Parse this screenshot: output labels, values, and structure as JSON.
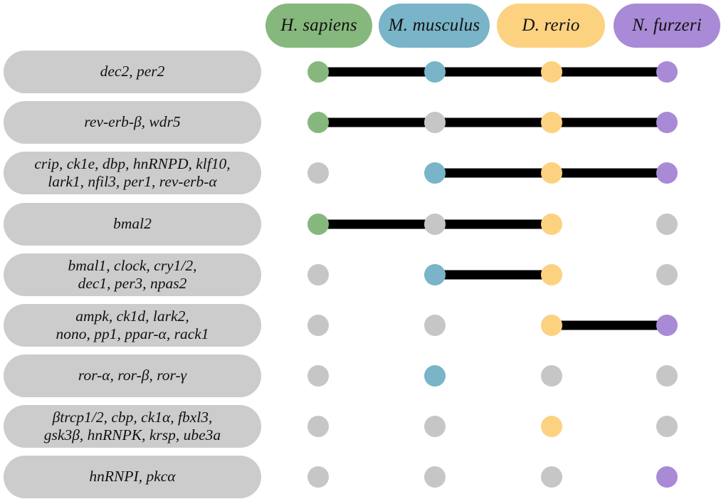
{
  "chart_data": {
    "type": "table",
    "title": "",
    "xlabel": "",
    "ylabel": "",
    "legend_position": "top",
    "grid": false,
    "columns": [
      "H. sapiens",
      "M. musculus",
      "D. rerio",
      "N. furzeri"
    ],
    "column_colors": [
      "#86b87d",
      "#79b4c8",
      "#fcd281",
      "#a98ad6"
    ],
    "absent_color": "#c6c6c6",
    "connector_color": "#000000",
    "row_label_background": "#cccccc",
    "rows": [
      {
        "label_lines": [
          "dec2, per2"
        ],
        "present": [
          true,
          true,
          true,
          true
        ],
        "connector": [
          0,
          3
        ]
      },
      {
        "label_lines": [
          "rev-erb-β, wdr5"
        ],
        "present": [
          true,
          false,
          true,
          true
        ],
        "connector": [
          0,
          3
        ]
      },
      {
        "label_lines": [
          "crip, ck1e, dbp, hnRNPD, klf10,",
          "lark1, nfil3, per1, rev-erb-α"
        ],
        "present": [
          false,
          true,
          true,
          true
        ],
        "connector": [
          1,
          3
        ]
      },
      {
        "label_lines": [
          "bmal2"
        ],
        "present": [
          true,
          false,
          true,
          false
        ],
        "connector": [
          0,
          2
        ]
      },
      {
        "label_lines": [
          "bmal1, clock, cry1/2,",
          "dec1, per3, npas2"
        ],
        "present": [
          false,
          true,
          true,
          false
        ],
        "connector": [
          1,
          2
        ]
      },
      {
        "label_lines": [
          "ampk, ck1d, lark2,",
          "nono, pp1, ppar-α, rack1"
        ],
        "present": [
          false,
          false,
          true,
          true
        ],
        "connector": [
          2,
          3
        ]
      },
      {
        "label_lines": [
          "ror-α, ror-β, ror-γ"
        ],
        "present": [
          false,
          true,
          false,
          false
        ],
        "connector": null
      },
      {
        "label_lines": [
          "βtrcp1/2, cbp, ck1α, fbxl3,",
          "gsk3β, hnRNPK, krsp, ube3a"
        ],
        "present": [
          false,
          false,
          true,
          false
        ],
        "connector": null
      },
      {
        "label_lines": [
          "hnRNPI, pkcα"
        ],
        "present": [
          false,
          false,
          false,
          true
        ],
        "connector": null
      }
    ]
  },
  "layout": {
    "column_x": [
      447,
      611,
      775,
      937
    ],
    "row_y": [
      101,
      172,
      243,
      315,
      386,
      457,
      528,
      599,
      670
    ],
    "row_pill_height": 60,
    "header_pill_x": [
      373,
      532,
      698,
      862
    ],
    "header_pill_w": [
      150,
      156,
      152,
      150
    ]
  }
}
